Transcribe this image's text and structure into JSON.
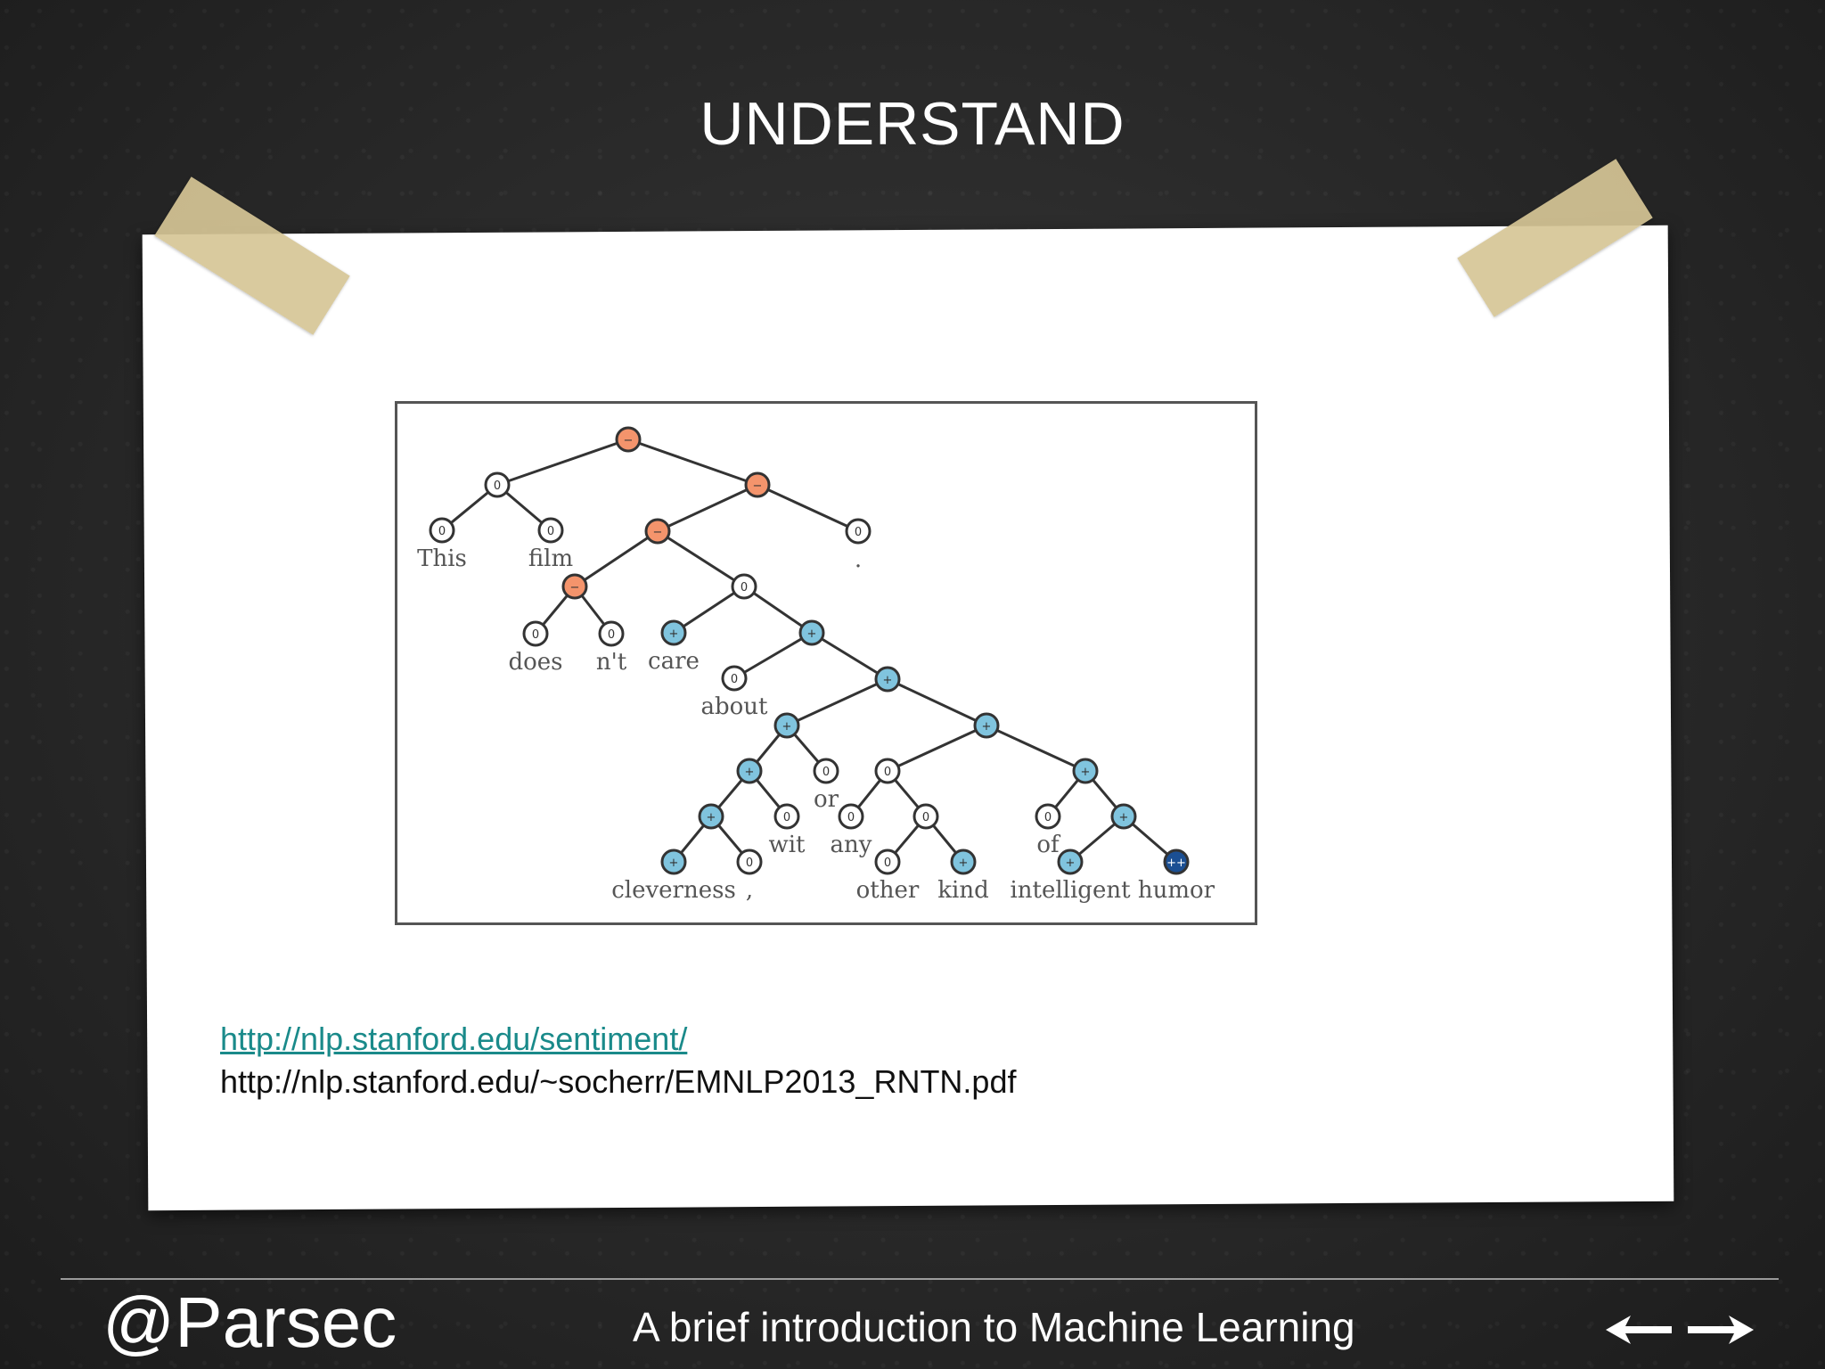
{
  "slide": {
    "title": "UNDERSTAND"
  },
  "figure": {
    "words": [
      "This",
      "film",
      "does",
      "n't",
      "care",
      "about",
      "cleverness",
      ",",
      "wit",
      "or",
      "any",
      "other",
      "kind",
      "of",
      "intelligent",
      "humor",
      "."
    ],
    "colors": {
      "negative": "#f4946c",
      "neutral": "#ffffff",
      "positive": "#80c4de",
      "very_positive": "#1b4f93"
    }
  },
  "links": {
    "sentiment_url": "http://nlp.stanford.edu/sentiment/",
    "paper_url": "http://nlp.stanford.edu/~socherr/EMNLP2013_RNTN.pdf"
  },
  "footer": {
    "author": "@Parsec",
    "subtitle": "A brief introduction to Machine Learning",
    "prev_icon": "arrow-left-icon",
    "next_icon": "arrow-right-icon"
  }
}
